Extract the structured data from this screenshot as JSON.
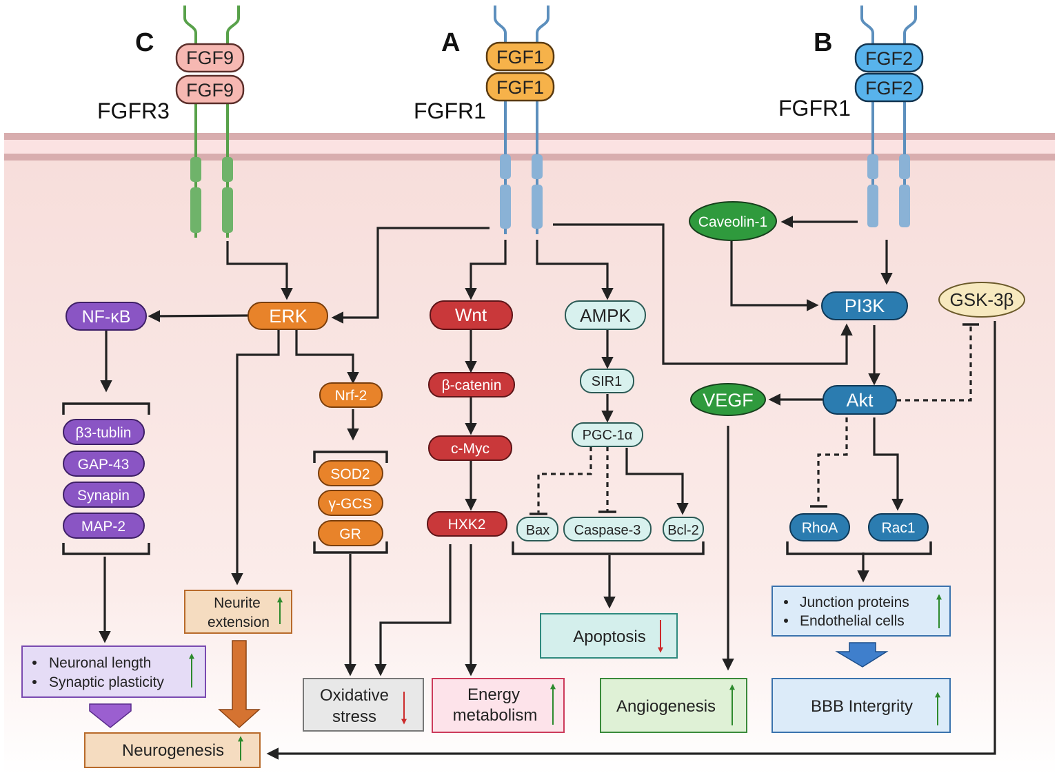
{
  "panels": {
    "c": "C",
    "a": "A",
    "b": "B"
  },
  "receptors": {
    "fgfr3": "FGFR3",
    "fgfr1_a": "FGFR1",
    "fgfr1_b": "FGFR1"
  },
  "ligands": {
    "fgf9_top": "FGF9",
    "fgf9_bottom": "FGF9",
    "fgf1_top": "FGF1",
    "fgf1_bottom": "FGF1",
    "fgf2_top": "FGF2",
    "fgf2_bottom": "FGF2"
  },
  "nodes": {
    "nfkb": "NF-κB",
    "erk": "ERK",
    "wnt": "Wnt",
    "ampk": "AMPK",
    "caveolin": "Caveolin-1",
    "pi3k": "PI3K",
    "gsk3b": "GSK-3β",
    "nrf2": "Nrf-2",
    "beta_catenin": "β-catenin",
    "sir1": "SIR1",
    "vegf": "VEGF",
    "akt": "Akt",
    "cmyc": "c-Myc",
    "pgc1a": "PGC-1α",
    "hxk2": "HXK2",
    "bax": "Bax",
    "caspase3": "Caspase-3",
    "bcl2": "Bcl-2",
    "rhoa": "RhoA",
    "rac1": "Rac1",
    "b3tublin": "β3-tublin",
    "gap43": "GAP-43",
    "synapin": "Synapin",
    "map2": "MAP-2",
    "sod2": "SOD2",
    "ygcs": "γ-GCS",
    "gr": "GR"
  },
  "outcomes": {
    "neurite_1": "Neurite",
    "neurite_2": "extension",
    "neuronal_length": "Neuronal length",
    "synaptic_plasticity": "Synaptic plasticity",
    "neurogenesis": "Neurogenesis",
    "oxidative_1": "Oxidative",
    "oxidative_2": "stress",
    "energy_1": "Energy",
    "energy_2": "metabolism",
    "apoptosis": "Apoptosis",
    "angiogenesis": "Angiogenesis",
    "junction": "Junction proteins",
    "endothelial": "Endothelial cells",
    "bbb": "BBB Intergrity"
  },
  "colors": {
    "membrane": "#e9c6c6",
    "cytoplasm_top": "#f7dedb",
    "purple": "#8a55c4",
    "orange": "#e8832a",
    "red": "#c9383a",
    "teal_light": "#d8f1ee",
    "green": "#2f9a3d",
    "blue": "#2b7cb0",
    "pale_yellow": "#f7e9bf"
  }
}
